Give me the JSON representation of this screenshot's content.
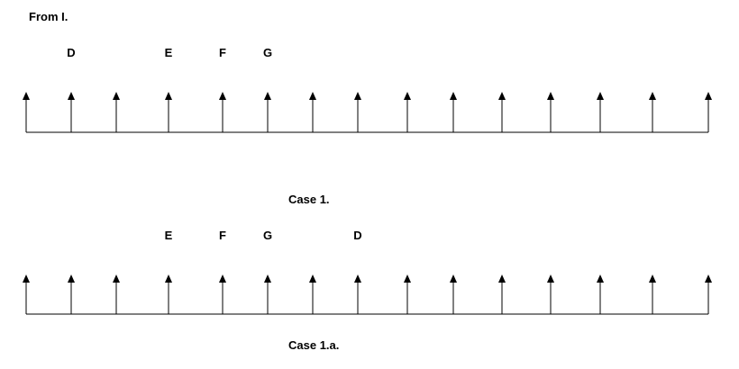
{
  "diagram": {
    "heading": "From I.",
    "line_color": "#000000",
    "top_row": {
      "labels": [
        {
          "text": "D",
          "arrow_index": 1
        },
        {
          "text": "E",
          "arrow_index": 3
        },
        {
          "text": "F",
          "arrow_index": 4
        },
        {
          "text": "G",
          "arrow_index": 5
        }
      ]
    },
    "bottom_row": {
      "caption_above": "Case 1.",
      "labels": [
        {
          "text": "E",
          "arrow_index": 3
        },
        {
          "text": "F",
          "arrow_index": 4
        },
        {
          "text": "G",
          "arrow_index": 5
        },
        {
          "text": "D",
          "arrow_index": 7
        }
      ],
      "caption_below": "Case 1.a."
    }
  }
}
